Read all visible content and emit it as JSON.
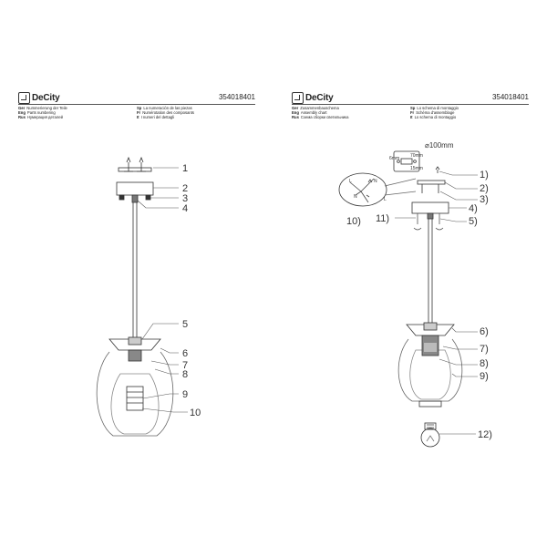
{
  "brand": "DeCity",
  "product_code": "354018401",
  "left_sheet": {
    "languages": [
      [
        {
          "code": "Ger",
          "text": "Nummerierung der Teile"
        },
        {
          "code": "Sp",
          "text": "La numeración de las piezas"
        }
      ],
      [
        {
          "code": "Eng",
          "text": "Parts numbering"
        },
        {
          "code": "Fr",
          "text": "Numérotation des composants"
        }
      ],
      [
        {
          "code": "Rus",
          "text": "Нумерация деталей"
        },
        {
          "code": "It",
          "text": "I numeri del dettagli"
        }
      ]
    ],
    "part_numbers": [
      "1",
      "2",
      "3",
      "4",
      "5",
      "6",
      "7",
      "8",
      "9",
      "10"
    ]
  },
  "right_sheet": {
    "languages": [
      [
        {
          "code": "Ger",
          "text": "Zusammenbauschema"
        },
        {
          "code": "Sp",
          "text": "Lo schema di montaggio"
        }
      ],
      [
        {
          "code": "Eng",
          "text": "Assembly chart"
        },
        {
          "code": "Fr",
          "text": "Schéma d'assemblage"
        }
      ],
      [
        {
          "code": "Rus",
          "text": "Схема сборки светильника"
        },
        {
          "code": "It",
          "text": "Lo schema di montaggio"
        }
      ]
    ],
    "diameter": "⌀100mm",
    "dims": {
      "d1": "70mm",
      "d2": "6mm",
      "d3": "15mm"
    },
    "wire_labels": {
      "l": "L",
      "n": "N",
      "n2": "N",
      "l2": "L"
    },
    "step_numbers": [
      "1)",
      "2)",
      "3)",
      "4)",
      "5)",
      "6)",
      "7)",
      "8)",
      "9)",
      "10)",
      "11)",
      "12)"
    ]
  },
  "colors": {
    "line": "#333333",
    "glass": "#666666",
    "accent": "#444444"
  }
}
